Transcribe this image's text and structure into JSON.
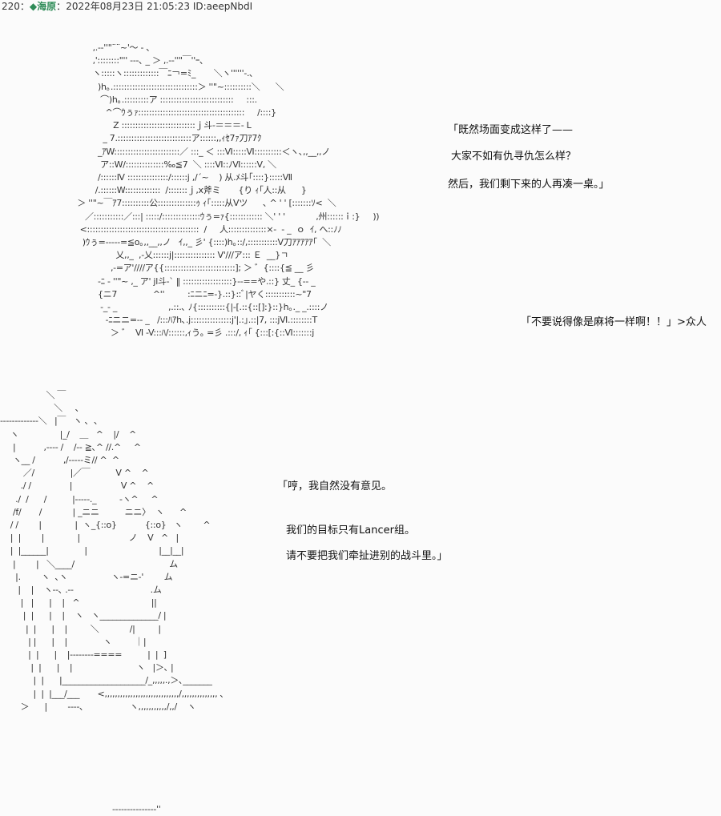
{
  "post": {
    "number": "220",
    "separator": "：",
    "diamond": "◆",
    "name": "海原",
    "separator2": "：",
    "datetime": "2022年08月23日 21:05:23",
    "id": "ID:aeepNbdI"
  },
  "art_top": "        ,.-‐''\"¨¨~'～ - ､\n        ,'::::::::\"'' ‐--､ _ ＞ ,.-‐''\"￣''ｰ､\n        ヽ:::::ヽ:::::::::::::￣ﾆ￢=ﾐ_       ＼ヽ''''''-.､\n          )h｡.:::::::::::::::::::::::::::::::＞ ''\"~::::::::::＼      ＼\n           ⌒)h｡.:::::::::ア :::::::::::::::::::::::::::     :::.\n             ^⌒ｳぅｧ:::::::::::::::::::::::::::::::::::::::     /::::}\n                Z :::::::::::::::::::::::::::ｊ斗‐＝＝＝- L\n            _ 7.:::::::::::::::::::::::::::ア::::::,,ｨｾ7ｧ刀ｱ7ｸ\n          _ｱW::::::::::::::::::::::::／ :::_ ＜ :::Ⅵ:::::Ⅵ::::::::::＜ヽ､,,__,,ノ\n           ア::W/::::::::::::::‰≦7  ＼ ::::Ⅵ::ﾉⅥ::::::Ⅴ, ＼\n          /::::::Ⅳ :::::::::::::::/::::::j ,/´~    ) 从.ﾒ斗｢::::}:::::Ⅶ\n         /.::::::W:::::::::::::  /:::::::ｊ,x斧ミ       {り ｨ｢人::从      }\n  ＞ ''\"~￣ｱ7::::::::::公::::::::::::::ｩ ｨ｢:::::从Ⅴツ      ､ ^ ' ' [:::::::ｿ<  ＼\n     ／:::::::::::／:::| :::::/::::::::::::::ｳぅ=ｧ{:::::::::::: ＼' ' '            ,州::::::ｉ:}     ))\n   <:::::::::::::::::::::::::::::::::::::::::  /     人::::::::::::::×-  - _  ｏ  ｲ, へ::ﾉﾉ\n    )ｳぅ=‐----=≦o｡,,__,,ノ   ｲ,,_ 彡' {::::)h｡::/,:::::::::::Ⅴ刀ｱｱｱｱｱ｢  ＼\n                 乂,,_  ,-乂::::::j|::::::::::::::: Ⅴ'///ア::: Ｅ  __}ㄱ\n               ,-=ア'////ア{{::::::::::::::::::::::::::]; ＞ ゛{::::{≦ __ 彡\n          -ﾆ - ''\"~ ,_ ア' jl斗-` ‖ ::::::::::::::::::}--==や.::} 丈_ {-- _\n          {ニ7              ^''         :ﾆニﾆ=-}.::}::ﾞ|ヤく:::::::::::~\"7\n           -_- _                    ,.::.､ ﾉ{::::::::::{|-[.::{::[]:}::}h｡._ _.::::ノ\n             -ﾆニニ=-- _   /:::ﾊｱh､.j:::::::::::::::j'|.:｣.::|7, :::jⅥ.::::::::T\n               ＞ ゛  Ⅵ -V:::ﾊ/::::::,ｨう｡ =彡 .:::/, ｨ｢ {:::[:{::Ⅵ:::::::j",
  "art_bottom": "                  ＼ ￣\n                     ＼     ､\n‐‐‐‐‐‐‐‐‐‐‐‐‐＼   |￣   ヽ ､  ､\n    ヽ                |_/    ＿   ^    |/    ^\n     |           ,---- /    /-- ≧､^ //.^     ^\n     ヽ__ /           ,/‐‐‐‐‐ミ// ^  ^\n         ／/              |／￣          V ^    ^\n        ./ /               |                   V ^    ^\n      ./  /      /          |‐‐‐‐‐._         ‐ヽ^     ^\n     /f/       /            | _ニニ          ニニ〉  ヽ      ^\n    / /        |             |  ヽ_{::o}           {::o}   ヽ        ^\n    |  |        |             |                   ノ    V   ^   |\n    |  |______|              |                            |__|__|\n     |        |   ＼____/                                     ム\n      |.        ヽ  ､ヽ                 ヽ-=ニ-'        ム\n       |    |    ヽ--､ .--                              .ム\n        |   |      |    |   ^                            ||\n         |  |      |    |    ヽ   ヽ______________/ |\n          |  |      |    |         ＼            /|         |\n           | |      |    |              ヽ         ｜|\n           |  |      |    |--------====          |  |  ]\n            |  |      |    |                         ヽ   |＞､ |\n             |  |      |____________________/_,,,,,.,＞､_______\n             |  |  |___/___       <,,,,,,,,,,,,,,,,,,,,,,,,,,,,,/,,,,,,,,,,,,,, ､\n        ＞      |        ‐‐‐‐､                  ヽ,,,,,,,,,,,/,,/    ヽ",
  "art_bottom_tail": "‐‐‐‐‐‐‐‐‐‐‐‐‐‐‐''",
  "dialogue_top": [
    "「既然场面变成这样了——",
    "大家不如有仇寻仇怎么样？",
    "然后，我们剩下来的人再凑一桌。」"
  ],
  "dialogue_crowd": "「不要说得像是麻将一样啊！！」>众人",
  "dialogue_bottom": [
    "「哼，我自然没有意见。",
    "我们的目标只有Lancer组。",
    "请不要把我们牵扯进别的战斗里。」"
  ]
}
